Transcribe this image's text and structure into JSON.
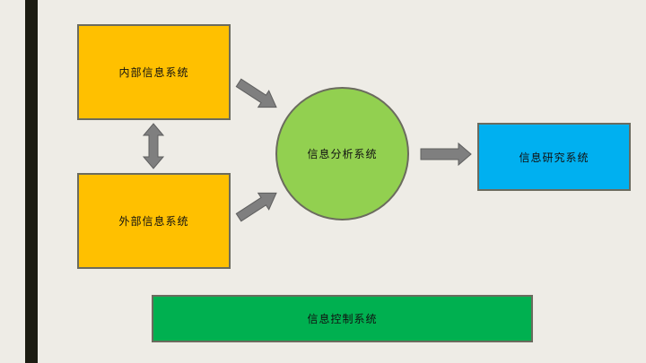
{
  "nodes": {
    "internal": "内部信息系统",
    "external": "外部信息系统",
    "analysis": "信息分析系统",
    "research": "信息研究系统",
    "control": "信息控制系统"
  },
  "colors": {
    "background": "#eeece6",
    "accent_bar": "#1c1c12",
    "source_box": "#ffc000",
    "analysis_circle": "#92d050",
    "research_box": "#00b0f0",
    "control_box": "#00b050",
    "arrow_fill": "#7f7f7f"
  },
  "edges": [
    {
      "from": "internal",
      "to": "analysis",
      "type": "single"
    },
    {
      "from": "external",
      "to": "analysis",
      "type": "single"
    },
    {
      "from": "internal",
      "to": "external",
      "type": "double"
    },
    {
      "from": "analysis",
      "to": "research",
      "type": "single"
    }
  ]
}
